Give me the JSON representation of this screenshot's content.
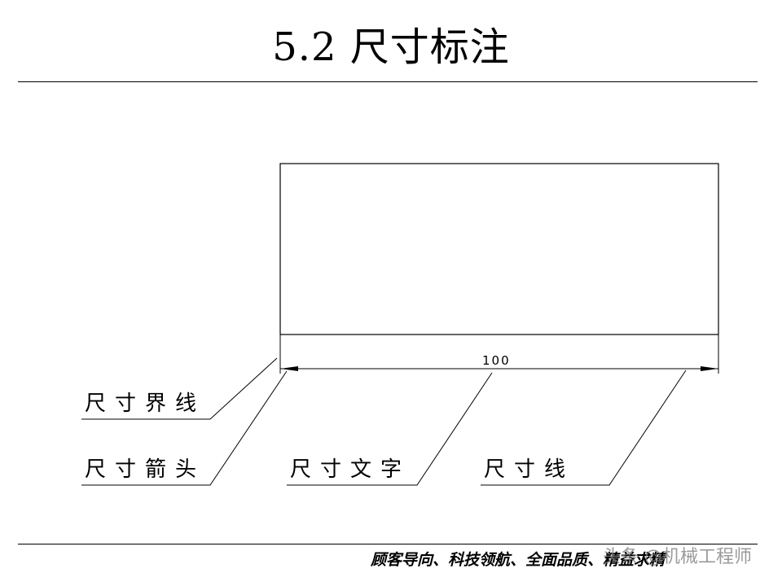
{
  "slide": {
    "title": "5.2 尺寸标注"
  },
  "diagram": {
    "dimension_value": "100",
    "labels": {
      "extension_line": "尺寸界线",
      "arrow": "尺寸箭头",
      "text": "尺寸文字",
      "dimension_line": "尺寸线"
    }
  },
  "footer": {
    "slogan": "顾客导向、科技领航、全面品质、精益求精",
    "watermark": "头条 @机械工程师"
  }
}
